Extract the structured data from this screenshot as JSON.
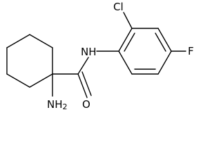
{
  "molecule": {
    "labels": {
      "chlorine": "Cl",
      "fluorine": "F",
      "amide_nh": "NH",
      "carbonyl_oxygen": "O",
      "amine_n": "NH",
      "amine_subscript": "2"
    }
  }
}
